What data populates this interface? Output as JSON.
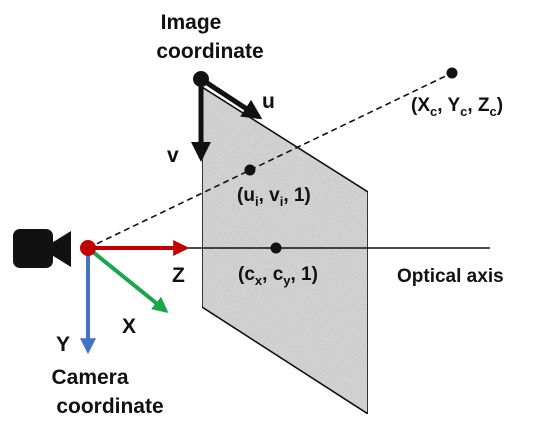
{
  "labels": {
    "image_coordinate_line1": "Image",
    "image_coordinate_line2": "coordinate",
    "camera_coordinate_line1": "Camera",
    "camera_coordinate_line2": "coordinate",
    "optical_axis": "Optical axis",
    "axis_u": "u",
    "axis_v": "v",
    "axis_x": "X",
    "axis_y": "Y",
    "axis_z": "Z"
  },
  "points": {
    "world": {
      "open": "(X",
      "sub1": "c",
      "sep1": ", Y",
      "sub2": "c",
      "sep2": ", Z",
      "sub3": "c",
      "close": ")"
    },
    "image": {
      "open": "(u",
      "sub1": "i",
      "sep1": ", v",
      "sub2": "i",
      "close": ", 1)"
    },
    "principal": {
      "open": "(c",
      "sub1": "x",
      "sep1": ", c",
      "sub2": "y",
      "close": ", 1)"
    }
  },
  "colors": {
    "x_axis": "#1aa64a",
    "y_axis": "#4472c4",
    "z_axis": "#c00000",
    "camera_center": "#c00000",
    "image_plane": "#dcdcdc",
    "camera_icon": "#111111"
  },
  "icons": {
    "camera": "video-camera-icon"
  }
}
